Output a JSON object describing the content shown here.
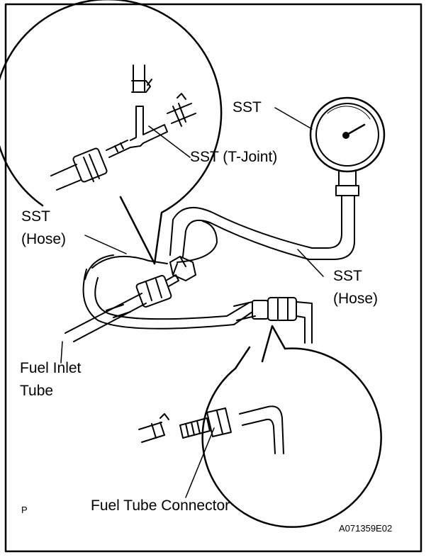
{
  "labels": {
    "sst_gauge": "SST",
    "sst_tjoint": "SST (T-Joint)",
    "sst_hose_left_1": "SST",
    "sst_hose_left_2": "(Hose)",
    "sst_hose_right_1": "SST",
    "sst_hose_right_2": "(Hose)",
    "fuel_inlet_1": "Fuel Inlet",
    "fuel_inlet_2": "Tube",
    "fuel_tube_connector": "Fuel Tube Connector",
    "corner_mark": "P",
    "figure_code": "A071359E02"
  },
  "colors": {
    "line": "#000000",
    "background": "#ffffff"
  }
}
